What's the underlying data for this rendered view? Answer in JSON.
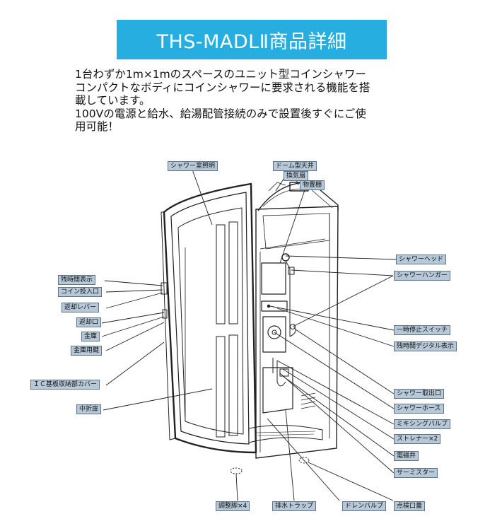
{
  "title": "THS-MADLⅡ商品詳細",
  "description": [
    "1台わずか1m×1mのスペースのユニット型コインシャワー",
    "コンパクトなボディにコインシャワーに要求される機能を搭",
    "載しています。",
    "100Vの電源と給水、給湯配管接続のみで設置後すぐにご使",
    "用可能！"
  ],
  "labels": {
    "shower_room_light": "シャワー室照明",
    "dome_ceiling": "ドーム型天井",
    "ventilation_fan": "換気扇",
    "storage_shelf": "物置棚",
    "remaining_time_display": "残時間表示",
    "coin_slot": "コイン投入口",
    "return_lever": "返却レバー",
    "return_slot": "返却口",
    "cash_box": "金庫",
    "cash_box_key": "金庫用鍵",
    "ic_board_cover": "ＩＣ基板収納部カバー",
    "folding_door": "中折扉",
    "shower_head": "シャワーヘッド",
    "shower_hanger": "シャワーハンガー",
    "pause_switch": "一時停止スイッチ",
    "remaining_time_digital": "残時間デジタル表示",
    "shower_outlet": "シャワー取出口",
    "shower_hose": "シャワーホース",
    "mixing_valve": "ミキシングバルブ",
    "strainer": "ストレナー×2",
    "solenoid_valve": "電磁弁",
    "thermistor": "サーミスター",
    "adjuster_foot": "調整脚×4",
    "drain_trap": "排水トラップ",
    "drain_valve": "ドレンバルブ",
    "inspection_cover": "点検口蓋"
  },
  "colors": {
    "banner": "#26aee0",
    "label_fill": "#b7c9d8",
    "label_border": "#5d7488"
  }
}
